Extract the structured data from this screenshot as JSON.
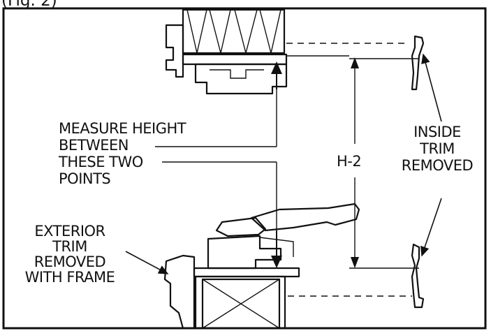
{
  "figure": {
    "corner_caption": "(Fig. 2)",
    "labels": {
      "measure": [
        "MEASURE HEIGHT",
        "BETWEEN",
        "THESE TWO",
        "POINTS"
      ],
      "dimension": "H-2",
      "inside_trim": [
        "INSIDE",
        "TRIM",
        "REMOVED"
      ],
      "exterior_trim": [
        "EXTERIOR",
        "TRIM",
        "REMOVED",
        "WITH FRAME"
      ]
    }
  }
}
